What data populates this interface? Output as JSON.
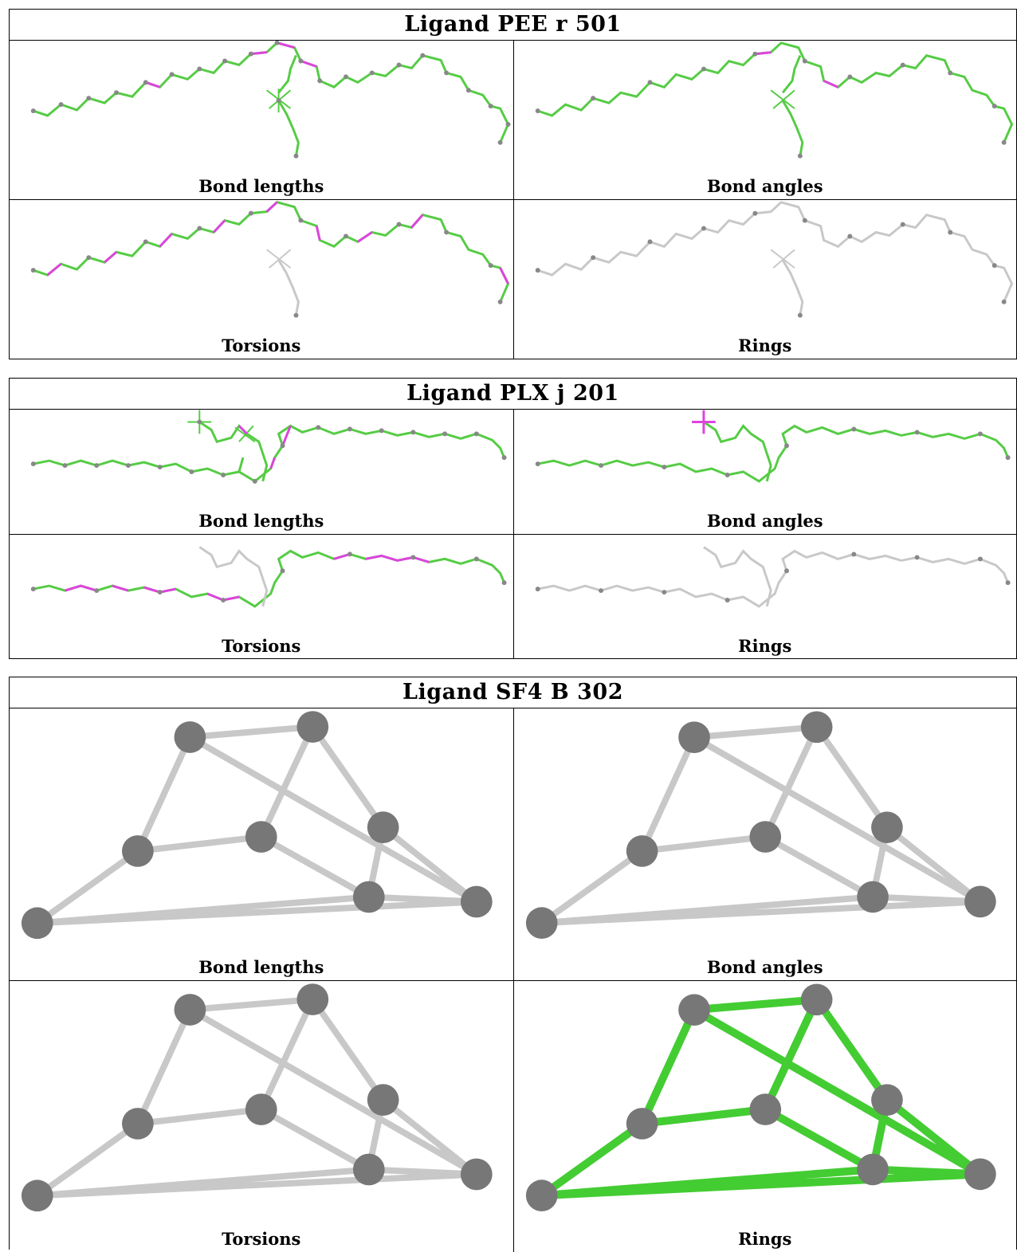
{
  "blocks": [
    {
      "title": "Ligand PEE r 501",
      "captions": [
        "Bond lengths",
        "Bond angles",
        "Torsions",
        "Rings"
      ]
    },
    {
      "title": "Ligand PLX j 201",
      "captions": [
        "Bond lengths",
        "Bond angles",
        "Torsions",
        "Rings"
      ]
    },
    {
      "title": "Ligand SF4 B 302",
      "captions": [
        "Bond lengths",
        "Bond angles",
        "Torsions",
        "Rings"
      ]
    }
  ],
  "colors": {
    "ok": "#55cc44",
    "outlier": "#dd44dd",
    "neutral": "#c8c8c8",
    "atom": "#888888"
  }
}
